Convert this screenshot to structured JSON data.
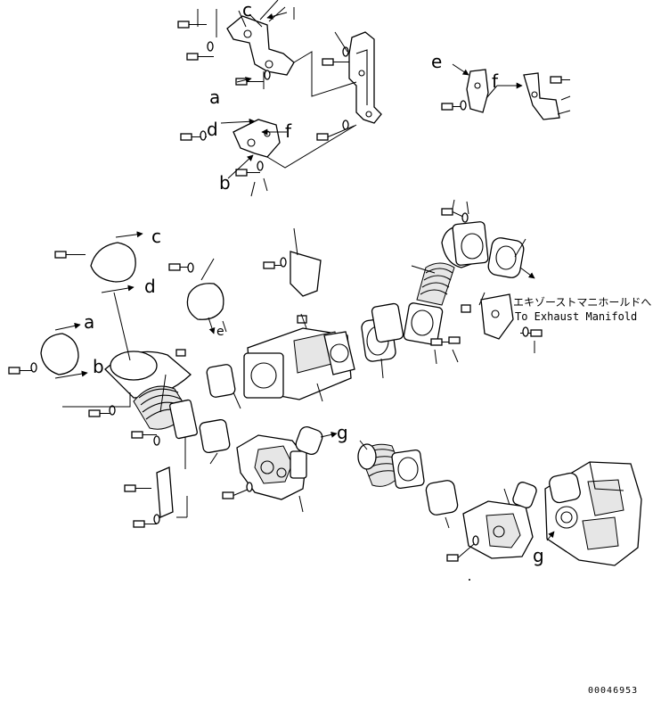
{
  "labels": {
    "a1": "a",
    "a2": "a",
    "b1": "b",
    "b2": "b",
    "c1": "c",
    "c2": "c",
    "d1": "d",
    "d2": "d",
    "e1": "e",
    "e2": "e",
    "f1": "f",
    "f2": "f",
    "g1": "g",
    "g2": "g"
  },
  "note": {
    "line1": "エキゾーストマニホールドへ",
    "line2": "To Exhaust Manifold"
  },
  "reference_number": "00046953"
}
